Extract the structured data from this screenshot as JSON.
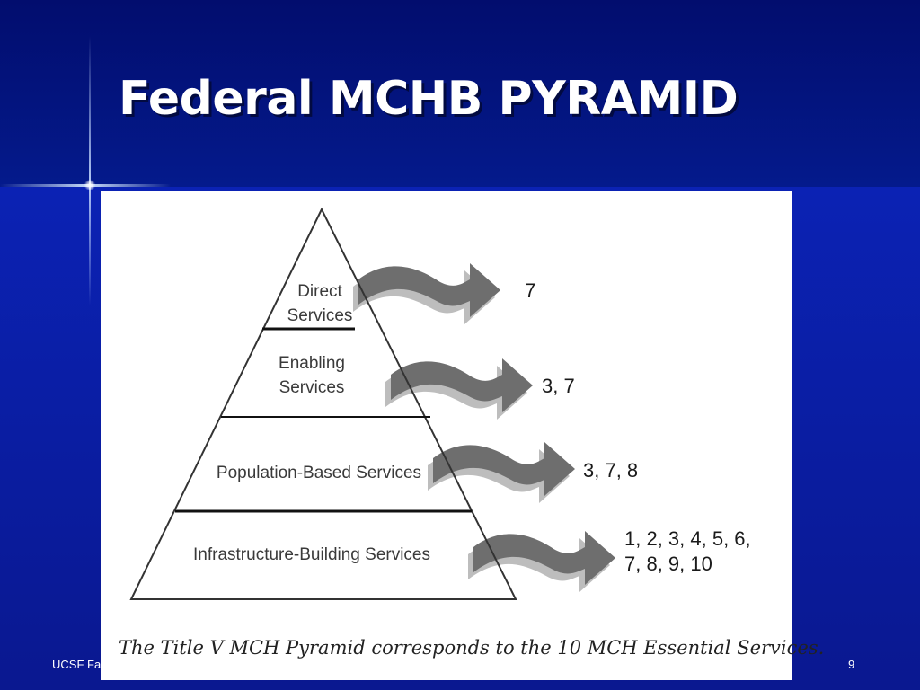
{
  "slide": {
    "title": "Federal MCHB PYRAMID",
    "footer_left": "UCSF Fa",
    "page_number": "9"
  },
  "pyramid": {
    "tiers": [
      {
        "lines": [
          "Direct",
          "Services"
        ],
        "services": [
          "7"
        ]
      },
      {
        "lines": [
          "Enabling",
          "Services"
        ],
        "services": [
          "3, 7"
        ]
      },
      {
        "lines": [
          "Population-Based Services"
        ],
        "services": [
          "3, 7, 8"
        ]
      },
      {
        "lines": [
          "Infrastructure-Building Services"
        ],
        "services": [
          "1, 2, 3, 4, 5, 6,",
          "7, 8, 9, 10"
        ]
      }
    ],
    "caption": "The Title V MCH Pyramid corresponds to the 10 MCH Essential Services."
  },
  "colors": {
    "background": "#0a1a9e",
    "title_band": "#020d6e",
    "arrow_dark": "#6e6e6e",
    "arrow_light": "#bdbdbd"
  }
}
